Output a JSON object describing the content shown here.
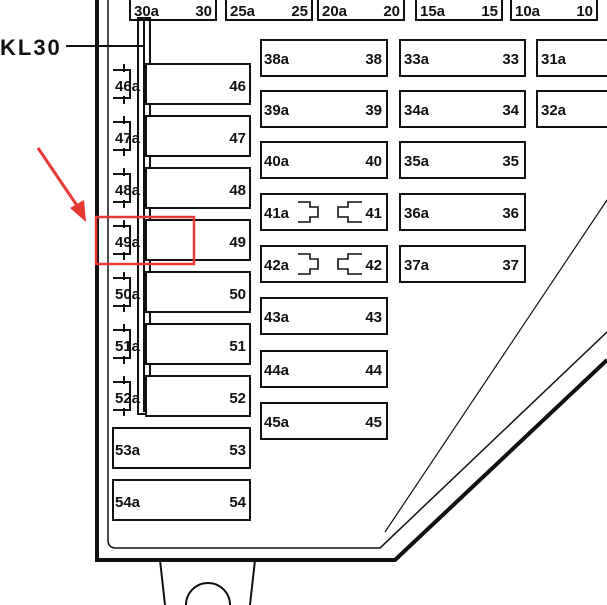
{
  "diagram": {
    "bus_label": "KL30",
    "highlight_fuse": "49",
    "colors": {
      "line": "#111111",
      "highlight": "#e53935",
      "arrow": "#e53935",
      "background": "#ffffff"
    },
    "top_row": [
      {
        "a": "30a",
        "b": "30"
      },
      {
        "a": "25a",
        "b": "25"
      },
      {
        "a": "20a",
        "b": "20"
      },
      {
        "a": "15a",
        "b": "15"
      },
      {
        "a": "10a",
        "b": "10"
      }
    ],
    "left_column": [
      {
        "a": "46a",
        "b": "46"
      },
      {
        "a": "47a",
        "b": "47"
      },
      {
        "a": "48a",
        "b": "48"
      },
      {
        "a": "49a",
        "b": "49"
      },
      {
        "a": "50a",
        "b": "50"
      },
      {
        "a": "51a",
        "b": "51"
      },
      {
        "a": "52a",
        "b": "52"
      },
      {
        "a": "53a",
        "b": "53"
      },
      {
        "a": "54a",
        "b": "54"
      }
    ],
    "mid_column": [
      {
        "a": "38a",
        "b": "38"
      },
      {
        "a": "39a",
        "b": "39"
      },
      {
        "a": "40a",
        "b": "40"
      },
      {
        "a": "41a",
        "b": "41",
        "relay": true
      },
      {
        "a": "42a",
        "b": "42",
        "relay": true
      },
      {
        "a": "43a",
        "b": "43"
      },
      {
        "a": "44a",
        "b": "44"
      },
      {
        "a": "45a",
        "b": "45"
      }
    ],
    "right_column": [
      {
        "a": "33a",
        "b": "33"
      },
      {
        "a": "34a",
        "b": "34"
      },
      {
        "a": "35a",
        "b": "35"
      },
      {
        "a": "36a",
        "b": "36"
      },
      {
        "a": "37a",
        "b": "37"
      }
    ],
    "far_right_column": [
      {
        "a": "31a"
      },
      {
        "a": "32a"
      }
    ]
  }
}
